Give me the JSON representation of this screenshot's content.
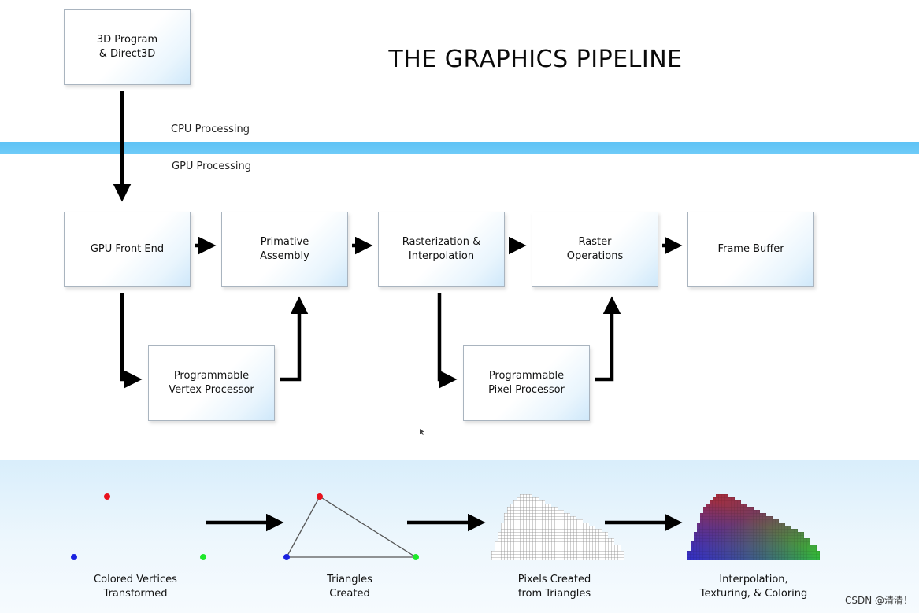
{
  "title": "THE GRAPHICS PIPELINE",
  "band": {
    "cpu_label": "CPU Processing",
    "gpu_label": "GPU Processing",
    "color": "#62c4f6"
  },
  "boxes": {
    "program": "3D Program\n& Direct3D",
    "front_end": "GPU Front End",
    "assembly": "Primative\nAssembly",
    "raster_interp": "Rasterization &\nInterpolation",
    "raster_ops": "Raster\nOperations",
    "frame_buffer": "Frame Buffer",
    "vertex_proc": "Programmable\nVertex Processor",
    "pixel_proc": "Programmable\nPixel Processor"
  },
  "stages": [
    {
      "label": "Colored Vertices\nTransformed"
    },
    {
      "label": "Triangles\nCreated"
    },
    {
      "label": "Pixels Created\nfrom Triangles"
    },
    {
      "label": "Interpolation,\nTexturing, & Coloring"
    }
  ],
  "vertex_colors": {
    "red": "#e8121e",
    "blue": "#1a22e0",
    "green": "#1ee82a"
  },
  "watermark": "CSDN @清清！"
}
